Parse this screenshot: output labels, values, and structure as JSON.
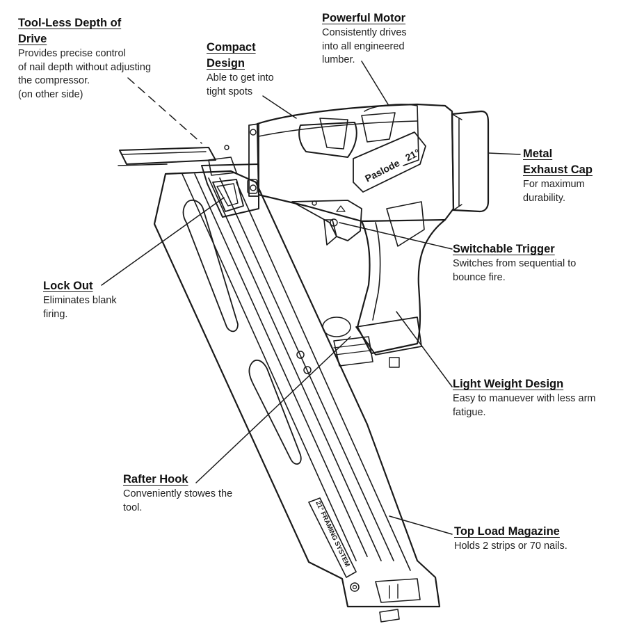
{
  "callouts": {
    "tool_less": {
      "title": "Tool-Less Depth of\nDrive",
      "desc": "Provides precise control\nof nail depth without adjusting\nthe compressor.\n(on other side)"
    },
    "powerful_motor": {
      "title": "Powerful Motor",
      "desc": "Consistently drives\ninto all engineered\nlumber."
    },
    "compact": {
      "title": "Compact\nDesign",
      "desc": "Able to get into\ntight spots"
    },
    "metal_exhaust": {
      "title": "Metal\nExhaust Cap",
      "desc": "For maximum\n durability."
    },
    "switchable_trigger": {
      "title": "Switchable Trigger",
      "desc": "Switches from sequential to\nbounce fire."
    },
    "lock_out": {
      "title": "Lock Out",
      "desc": "Eliminates blank\nfiring."
    },
    "light_weight": {
      "title": "Light Weight Design",
      "desc": "Easy to manuever with less arm\nfatigue."
    },
    "rafter_hook": {
      "title": "Rafter Hook",
      "desc": "Conveniently stowes the\ntool."
    },
    "top_load": {
      "title": "Top Load Magazine",
      "desc": "Holds 2 strips or 70 nails."
    }
  },
  "tool": {
    "brand": "Paslode",
    "model": "21°",
    "magazine_label": "21° FRAMING SYSTEM"
  }
}
